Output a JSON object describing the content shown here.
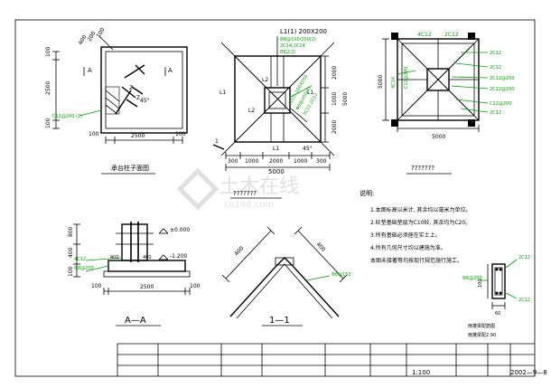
{
  "views": {
    "plan": {
      "dims_left": [
        "100",
        "2500",
        "100"
      ],
      "dims_bottom": [
        "100",
        "2500",
        "100"
      ],
      "top_dims": [
        "400",
        "200",
        "100"
      ],
      "section_marks": [
        "A",
        "A"
      ],
      "bar_labels": [
        "Z",
        "Z"
      ],
      "note_green": "C12@200 (2)",
      "angle": "45°",
      "title": "承台柱子面图"
    },
    "roof": {
      "top_label": "L1(1) 200X200",
      "top_green_1": "Φ8@100/200(2)",
      "top_green_2": "2C14;2C14",
      "top_green_3": "RR2(2)",
      "beam_labels": [
        "L1",
        "L1",
        "L1",
        "L2",
        "L2"
      ],
      "mid_green_1": "L2(1) 100X250",
      "mid_green_2": "Φ6@200(2)",
      "mid_green_3": "2C12;2C12",
      "right_dims": [
        "2000",
        "1000",
        "2000"
      ],
      "bottom_dims": [
        "300",
        "1000",
        "2000",
        "1000",
        "300"
      ],
      "bottom_total": "5000",
      "angle": "45°",
      "section_mark": "1",
      "caption": "???????"
    },
    "rebar": {
      "dims_top": [
        "4C12",
        "2C12"
      ],
      "left_dim": "5000",
      "bottom_dim": "5000",
      "left_green_1": "4C14",
      "left_green_2": "C12@200",
      "right_greens": [
        "2C12",
        "2C12",
        "2C12@200",
        "2C12@200",
        "C12@200",
        "2C12"
      ],
      "caption": "???????"
    },
    "section_aa": {
      "dims_left": [
        "800",
        "400",
        "100"
      ],
      "dims_bottom": [
        "100",
        "2500",
        "100"
      ],
      "elevations": [
        "±0.000",
        "-1.200"
      ],
      "inner": [
        "400",
        "400"
      ],
      "green_1": "Φ8@200",
      "green_2": "4C12",
      "title": "A—A"
    },
    "section_11": {
      "dims": [
        "400",
        "400"
      ],
      "green": "Φ8@150",
      "title": "1—1"
    },
    "notes": {
      "heading": "说明:",
      "items": [
        "1.本图标高以米计, 其余均以毫米为单位。",
        "2.砼垫基础垫层为C10砼, 其余均为C20。",
        "3.所有基础必须座在实土上。",
        "4.所有几何尺寸均以建施为准。",
        "本图未接著等均按现行规范施行施工。"
      ]
    },
    "detail": {
      "labels": [
        "2C12",
        "2C12",
        "Φ6@200"
      ],
      "dims": [
        "100",
        "60"
      ],
      "title_1": "雨蓬梁配筋图",
      "title_2": "雨蓬梁配2.90"
    },
    "title_block": {
      "scale": "1:100",
      "date": "2002—9—8"
    }
  },
  "watermark": {
    "main": "土木在线",
    "sub": "co188.com"
  },
  "colors": {
    "line": "#000000",
    "annotation": "#00a000",
    "watermark": "#d0d0d0"
  }
}
